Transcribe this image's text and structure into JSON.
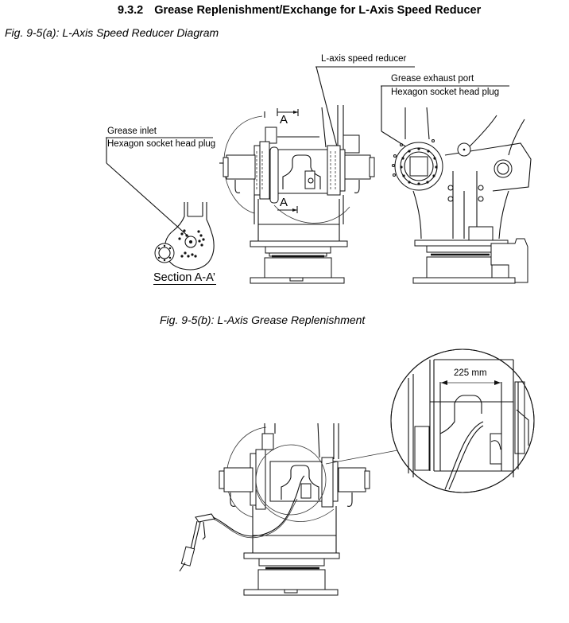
{
  "header": {
    "section_number": "9.3.2",
    "section_title": "Grease Replenishment/Exchange for L-Axis Speed Reducer"
  },
  "figure_a": {
    "caption": "Fig. 9-5(a): L-Axis Speed Reducer Diagram",
    "callouts": {
      "l_axis_reducer": "L-axis speed reducer",
      "exhaust_port_title": "Grease exhaust port",
      "exhaust_port_plug": "Hexagon socket head plug",
      "inlet_title": "Grease inlet",
      "inlet_plug": "Hexagon socket head plug"
    },
    "section_marker_top": "A",
    "section_marker_bottom": "A",
    "section_view_label": "Section A-A’"
  },
  "figure_b": {
    "caption": "Fig. 9-5(b): L-Axis Grease Replenishment",
    "dimension": "225 mm"
  },
  "colors": {
    "line": "#111111",
    "background": "#ffffff"
  }
}
